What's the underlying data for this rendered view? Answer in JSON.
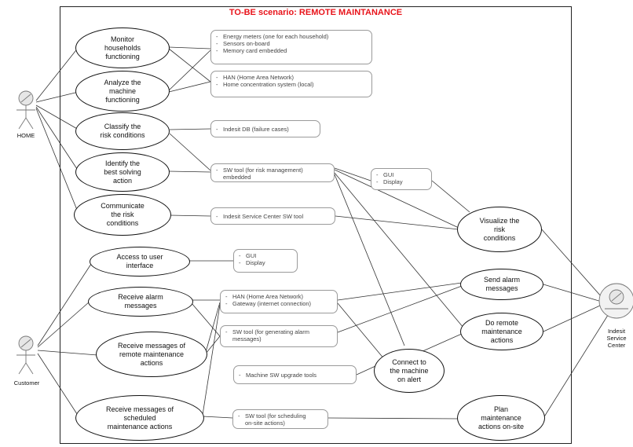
{
  "title": "TO-BE scenario: REMOTE MAINTANANCE",
  "actors": {
    "home": "HOME",
    "customer": "Customer",
    "service_center": "Indesit\nService\nCenter"
  },
  "use_cases": {
    "monitor": "Monitor\nhouseholds\nfunctioning",
    "analyze": "Analyze the\nmachine\nfunctioning",
    "classify": "Classify the\nrisk conditions",
    "identify": "Identify the\nbest solving\naction",
    "communicate": "Communicate\nthe risk\nconditions",
    "access": "Access to user\ninterface",
    "receive_alarm": "Receive alarm\nmessages",
    "receive_remote": "Receive messages of\nremote maintenance\nactions",
    "receive_scheduled": "Receive messages of\nscheduled\nmaintenance actions",
    "visualize": "Visualize the\nrisk\nconditions",
    "send_alarm": "Send alarm\nmessages",
    "do_remote": "Do remote\nmaintenance\nactions",
    "connect": "Connect to\nthe machine\non alert",
    "plan": "Plan\nmaintenance\nactions on-site"
  },
  "tools": {
    "energy": [
      "Energy meters (one for each household)",
      "Sensors on-board",
      "Memory card embedded"
    ],
    "han_home": [
      "HAN (Home Area Network)",
      "Home concentration system (local)"
    ],
    "indesit_db": [
      "Indesit DB (failure cases)"
    ],
    "sw_risk": [
      "SW tool (for risk management)\nembedded"
    ],
    "gui_top": [
      "GUI",
      "Display"
    ],
    "service_sw": [
      "Indesit Service Center SW tool"
    ],
    "gui_customer": [
      "GUI",
      "Display"
    ],
    "han_gateway": [
      "HAN (Home Area Network)",
      "Gateway (internet connection)"
    ],
    "sw_alarm": [
      "SW tool (for generating alarm\nmessages)"
    ],
    "upgrade": [
      "Machine SW upgrade tools"
    ],
    "sw_schedule": [
      "SW tool (for scheduling\non-site actions)"
    ]
  }
}
